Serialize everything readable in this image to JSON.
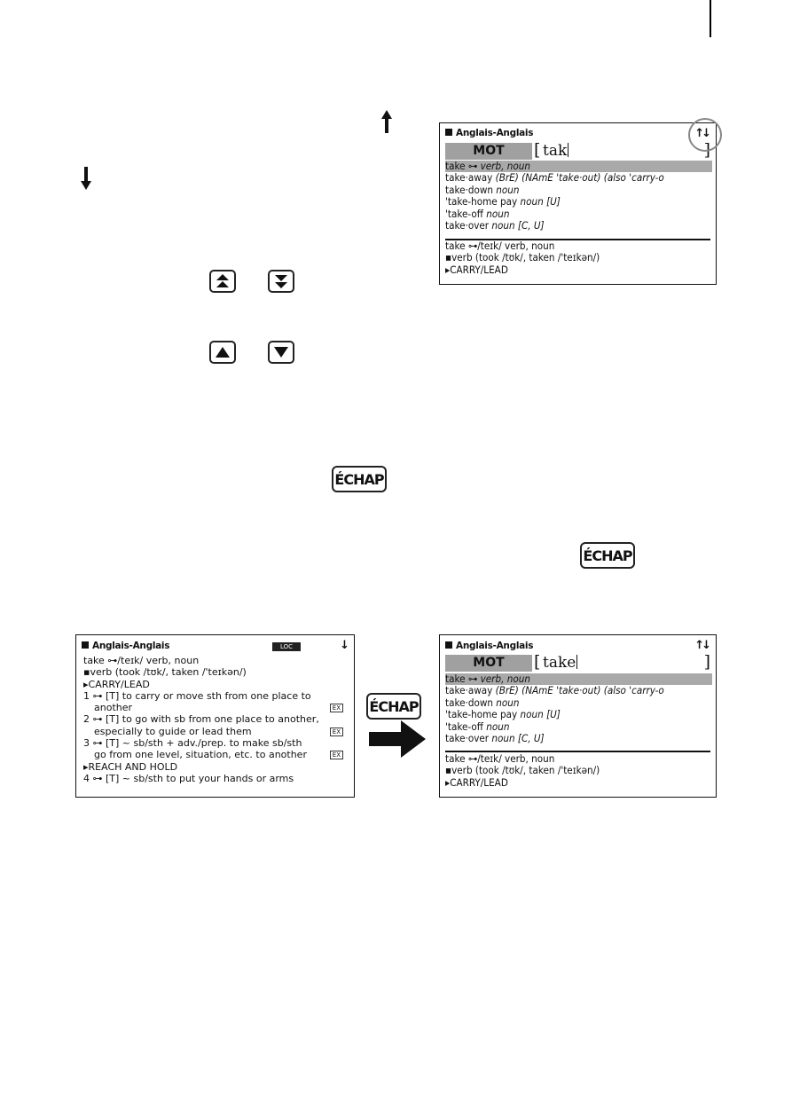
{
  "keys": {
    "echap_label": "ÉCHAP"
  },
  "screen_top": {
    "title": "Anglais-Anglais",
    "updown_indicator": "↑↓",
    "mot_label": "MOT",
    "input_value": "tak",
    "candidates": [
      {
        "word": "take",
        "rest": " ⊶ verb, noun",
        "selected": true
      },
      {
        "word": "take·away",
        "rest": " (BrE) (NAmE 'take·out) (also 'carry-o",
        "selected": false
      },
      {
        "word": "take·down",
        "rest": " noun",
        "selected": false
      },
      {
        "word": "'take-home pay",
        "rest": " noun [U]",
        "selected": false
      },
      {
        "word": "'take-off",
        "rest": " noun",
        "selected": false
      },
      {
        "word": "take·over",
        "rest": " noun [C, U]",
        "selected": false
      }
    ],
    "preview": [
      "take ⊶/teɪk/ verb, noun",
      "▪verb (took /tʊk/, taken /'teɪkən/)",
      "▸CARRY/LEAD"
    ]
  },
  "screen_left": {
    "title": "Anglais-Anglais",
    "loc_badge": "LOC",
    "down_indicator": "↓",
    "lines": [
      "take ⊶/teɪk/ verb, noun",
      "▪verb (took /tʊk/, taken /'teɪkən/)",
      "▸CARRY/LEAD",
      "1 ⊶ [T] to carry or move sth from one place to",
      "another",
      "2 ⊶ [T] to go with sb from one place to another,",
      "especially to guide or lead them",
      "3 ⊶ [T] ~ sb/sth + adv./prep. to make sb/sth",
      "go from one level, situation, etc. to another",
      "▸REACH AND HOLD",
      "4 ⊶ [T] ~ sb/sth to put your hands or arms"
    ],
    "ex_label": "EX"
  },
  "screen_right": {
    "title": "Anglais-Anglais",
    "updown_indicator": "↑↓",
    "mot_label": "MOT",
    "input_value": "take",
    "candidates": [
      {
        "word": "take",
        "rest": " ⊶ verb, noun",
        "selected": true
      },
      {
        "word": "take·away",
        "rest": " (BrE) (NAmE 'take·out) (also 'carry-o",
        "selected": false
      },
      {
        "word": "take·down",
        "rest": " noun",
        "selected": false
      },
      {
        "word": "'take-home pay",
        "rest": " noun [U]",
        "selected": false
      },
      {
        "word": "'take-off",
        "rest": " noun",
        "selected": false
      },
      {
        "word": "take·over",
        "rest": " noun [C, U]",
        "selected": false
      }
    ],
    "preview": [
      "take ⊶/teɪk/ verb, noun",
      "▪verb (took /tʊk/, taken /'teɪkən/)",
      "▸CARRY/LEAD"
    ]
  }
}
